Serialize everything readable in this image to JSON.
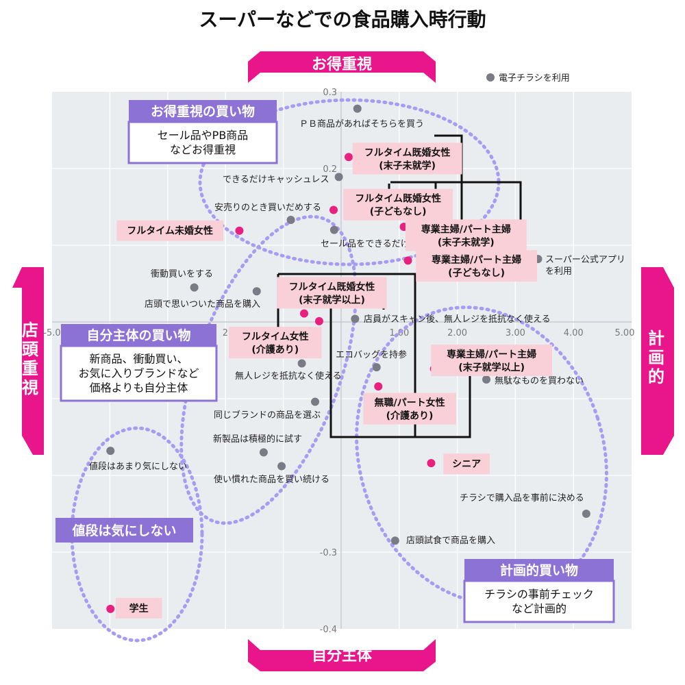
{
  "chart_data": {
    "type": "scatter",
    "title": "スーパーなどでの食品購入時行動",
    "legend": {
      "label": "電子チラシを利用",
      "color": "#7b7b86",
      "position": "top-right"
    },
    "xlim": [
      -5.0,
      5.0
    ],
    "ylim": [
      -0.4,
      0.3
    ],
    "x_ticks": [
      "-5.0",
      "2.00",
      "1.00",
      "2.00",
      "3.00",
      "4.00",
      "5.00"
    ],
    "y_ticks": [
      "0.3",
      "0.2",
      "-0.3",
      "-0.4"
    ],
    "directions": {
      "top": "お得重視",
      "bottom": "自分主体",
      "left": "店頭重視",
      "right": "計画的"
    },
    "clusters": [
      {
        "title": "お得重視の買い物",
        "description": [
          "セール品やPB商品",
          "などお得重視"
        ]
      },
      {
        "title": "自分主体の買い物",
        "description": [
          "新商品、衝動買い、",
          "お気に入りブランドなど",
          "価格よりも自分主体"
        ]
      },
      {
        "title": "値段は気にしない",
        "description": []
      },
      {
        "title": "計画的買い物",
        "description": [
          "チラシの事前チェック",
          "など計画的"
        ]
      }
    ],
    "behaviors": [
      {
        "label": "ＰＢ商品があればそちらを買う",
        "x": 0.28,
        "y": 0.278
      },
      {
        "label": "できるだけキャッシュレス",
        "x": -0.04,
        "y": 0.189
      },
      {
        "label": "安売りのとき買いだめする",
        "x": -0.87,
        "y": 0.133
      },
      {
        "label": "セール品をできるだけ",
        "x": -0.12,
        "y": 0.12
      },
      {
        "label": "スーパー公式アプリ",
        "label2": "を利用",
        "x": 3.39,
        "y": 0.082
      },
      {
        "label": "衝動買いをする",
        "x": -2.54,
        "y": 0.045
      },
      {
        "label": "店頭で思いついた商品を購入",
        "x": -1.46,
        "y": 0.04
      },
      {
        "label": "店員がスキャン後、無人レジを抵抗なく使える",
        "x": 0.24,
        "y": 0.004
      },
      {
        "label": "エコバッグを持参",
        "x": 0.61,
        "y": -0.059
      },
      {
        "label": "無人レジを抵抗なく使える",
        "x": -0.68,
        "y": -0.054
      },
      {
        "label": "無駄なものを買わない",
        "x": 2.5,
        "y": -0.075
      },
      {
        "label": "同じブランドの商品を選ぶ",
        "x": -0.45,
        "y": -0.104
      },
      {
        "label": "新製品は積極的に試す",
        "x": -1.34,
        "y": -0.17
      },
      {
        "label": "値段はあまり気にしない",
        "x": -3.99,
        "y": -0.168
      },
      {
        "label": "使い慣れた商品を買い続ける",
        "x": -1.03,
        "y": -0.188
      },
      {
        "label": "チラシで購入品を事前に決める",
        "x": 4.22,
        "y": -0.25
      },
      {
        "label": "店頭試食で商品を購入",
        "x": 0.93,
        "y": -0.285
      }
    ],
    "segments": [
      {
        "label": "フルタイム既婚女性",
        "label2": "(末子未就学)",
        "x": 0.13,
        "y": 0.215,
        "box_x": 1.14,
        "box_y": 0.213,
        "box_w": 1.89
      },
      {
        "label": "フルタイム既婚女性",
        "label2": "(子どもなし)",
        "x": -0.13,
        "y": 0.146,
        "box_x": 0.98,
        "box_y": 0.153,
        "box_w": 1.89
      },
      {
        "label": "フルタイム未婚女性",
        "x": -1.76,
        "y": 0.119,
        "box_x": -2.96,
        "box_y": 0.119,
        "box_w": 1.84
      },
      {
        "label": "専業主婦/パート主婦",
        "label2": "(末子未就学)",
        "x": 1.08,
        "y": 0.124,
        "box_x": 2.15,
        "box_y": 0.113,
        "box_w": 2.09
      },
      {
        "label": "専業主婦/パート主婦",
        "label2": "(子どもなし)",
        "x": 1.15,
        "y": 0.08,
        "box_x": 2.33,
        "box_y": 0.073,
        "box_w": 2.09
      },
      {
        "label": "フルタイム既婚女性",
        "label2": "(末子就学以上)",
        "x": -0.64,
        "y": 0.011,
        "box_x": -0.16,
        "box_y": 0.038,
        "box_w": 1.89
      },
      {
        "label": "フルタイム女性",
        "label2": "(介護あり)",
        "x": -0.38,
        "y": 0.001,
        "box_x": -1.14,
        "box_y": -0.027,
        "box_w": 1.6
      },
      {
        "label": "専業主婦/パート主婦",
        "label2": "(末子就学以上)",
        "x": 1.6,
        "y": -0.061,
        "box_x": 2.59,
        "box_y": -0.05,
        "box_w": 2.09
      },
      {
        "label": "無職/パート女性",
        "label2": "(介護あり)",
        "x": 0.64,
        "y": -0.084,
        "box_x": 1.18,
        "box_y": -0.113,
        "box_w": 1.6
      },
      {
        "label": "シニア",
        "x": 1.55,
        "y": -0.184,
        "box_x": 2.16,
        "box_y": -0.185,
        "box_w": 0.8
      },
      {
        "label": "学生",
        "x": -3.99,
        "y": -0.374,
        "box_x": -3.5,
        "box_y": -0.373,
        "box_w": 0.8
      }
    ]
  }
}
